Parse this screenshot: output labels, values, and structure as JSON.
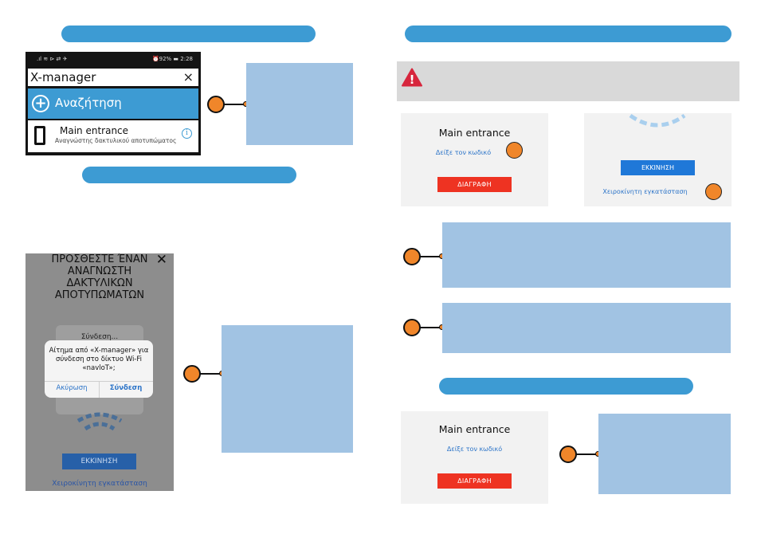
{
  "phone_search": {
    "status_left": ".ıl ≋ ⊳ ⇄ ✈",
    "status_right": "⏰92% ▬ 2:28",
    "search_value": "X-manager",
    "clear_symbol": "×",
    "search_action_label": "Αναζήτηση",
    "device_name": "Main entrance",
    "device_type": "Αναγνώστης δακτυλικού αποτυπώματος",
    "info_symbol": "i"
  },
  "phone_add": {
    "title": "ΠΡΟΣΘΕΣΤΕ ΈΝΑΝ ΑΝΑΓΝΩΣΤΗ ΔΑΚΤΥΛΙΚΩΝ ΑΠΟΤΥΠΩΜΑΤΩΝ",
    "close_symbol": "✕",
    "connecting_label": "Σύνδεση...",
    "dialog_message": "Αίτημα από «X-manager» για σύνδεση στο δίκτυο Wi-Fi «navloT»;",
    "dialog_cancel": "Ακύρωση",
    "dialog_connect": "Σύνδεση",
    "start_label": "ΕΚΚΙΝΗΣΗ",
    "manual_label": "Χειροκίνητη εγκατάσταση"
  },
  "device_panel_top": {
    "title": "Main entrance",
    "show_code_link": "Δείξε τον κωδικό",
    "delete_label": "ΔΙΑΓΡΑΦΗ"
  },
  "start_panel": {
    "start_label": "ΕΚΚΙΝΗΣΗ",
    "manual_link": "Χειροκίνητη εγκατάσταση"
  },
  "device_panel_bottom": {
    "title": "Main entrance",
    "show_code_link": "Δείξε τον κωδικό",
    "delete_label": "ΔΙΑΓΡΑΦΗ"
  },
  "warning": {
    "symbol": "!"
  },
  "colors": {
    "pill": "#3d9bd3",
    "callout_box": "#a1c3e3",
    "marker": "#f0862a",
    "delete": "#ee3322",
    "start": "#1f78d8",
    "warning": "#d7263d"
  }
}
